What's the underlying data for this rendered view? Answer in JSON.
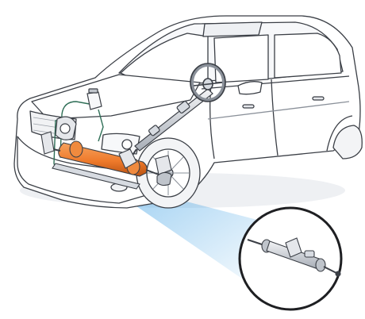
{
  "diagram": {
    "subject": "vehicle-steering-system",
    "colors": {
      "outline": "#3b3f46",
      "body_fill": "#ffffff",
      "body_shadow": "#d7dbe1",
      "tire": "#f3f4f6",
      "rack_orange": "#ee7a2b",
      "rack_orange_dark": "#b95212",
      "steering_gray": "#bfc4cb",
      "highlight_blue": "#4aa6e6",
      "inset_bg": "#ffffff",
      "inset_ring": "#1e1f22"
    },
    "components": [
      {
        "id": "steering-wheel",
        "icon": "steering-wheel-icon"
      },
      {
        "id": "steering-column",
        "icon": "steering-column-icon"
      },
      {
        "id": "power-steering-pump",
        "icon": "pump-icon"
      },
      {
        "id": "fluid-reservoir",
        "icon": "reservoir-icon"
      },
      {
        "id": "rack-and-pinion",
        "icon": "rack-icon"
      },
      {
        "id": "front-wheel",
        "icon": "wheel-icon"
      }
    ],
    "inset": {
      "shows": "rack-and-pinion",
      "icon": "magnify-callout-icon"
    }
  }
}
